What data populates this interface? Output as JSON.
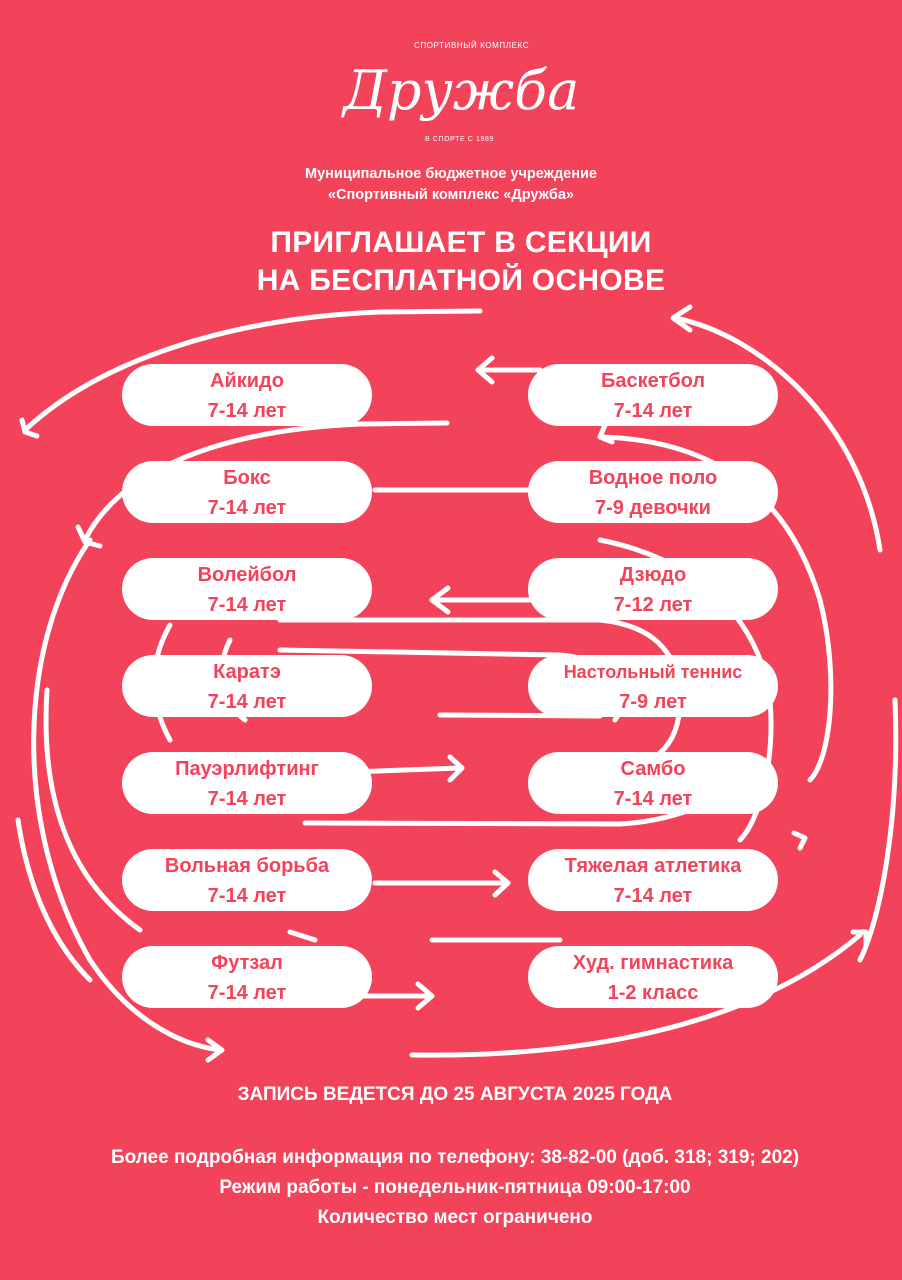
{
  "logo": {
    "top_text": "СПОРТИВНЫЙ КОМПЛЕКС",
    "wordmark": "Дружба",
    "bottom_text": "В СПОРТЕ С 1989"
  },
  "organization": {
    "line1": "Муниципальное бюджетное учреждение",
    "line2": "«Спортивный комплекс «Дружба»"
  },
  "headline": {
    "line1": "ПРИГЛАШАЕТ В СЕКЦИИ",
    "line2": "НА БЕСПЛАТНОЙ ОСНОВЕ"
  },
  "sections_left": [
    {
      "name": "Айкидо",
      "age": "7-14 лет"
    },
    {
      "name": "Бокс",
      "age": "7-14 лет"
    },
    {
      "name": "Волейбол",
      "age": "7-14 лет"
    },
    {
      "name": "Каратэ",
      "age": "7-14 лет"
    },
    {
      "name": "Пауэрлифтинг",
      "age": "7-14 лет"
    },
    {
      "name": "Вольная борьба",
      "age": "7-14 лет"
    },
    {
      "name": "Футзал",
      "age": "7-14 лет"
    }
  ],
  "sections_right": [
    {
      "name": "Баскетбол",
      "age": "7-14 лет"
    },
    {
      "name": "Водное поло",
      "age": "7-9 девочки"
    },
    {
      "name": "Дзюдо",
      "age": "7-12 лет"
    },
    {
      "name": "Настольный теннис",
      "age": "7-9 лет"
    },
    {
      "name": "Самбо",
      "age": "7-14 лет"
    },
    {
      "name": "Тяжелая атлетика",
      "age": "7-14 лет"
    },
    {
      "name": "Худ. гимнастика",
      "age": "1-2 класс"
    }
  ],
  "deadline": "ЗАПИСЬ ВЕДЕТСЯ ДО 25 АВГУСТА 2025 ГОДА",
  "info": {
    "phone": "Более подробная информация по телефону: 38-82-00 (доб. 318; 319; 202)",
    "hours": "Режим работы - понедельник-пятница 09:00-17:00",
    "limited": "Количество мест ограничено"
  },
  "colors": {
    "background": "#f2435a",
    "foreground": "#ffffff"
  }
}
